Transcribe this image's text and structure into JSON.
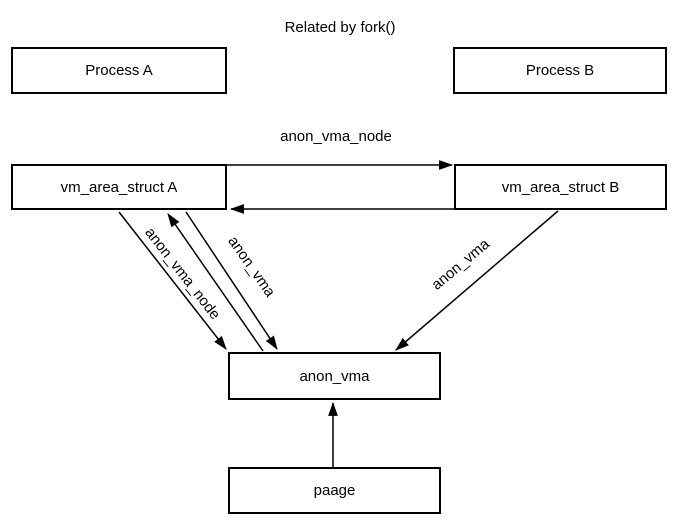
{
  "diagram": {
    "title": "Related by fork()",
    "nodes": {
      "process_a": "Process A",
      "process_b": "Process B",
      "vm_area_struct_a": "vm_area_struct A",
      "vm_area_struct_b": "vm_area_struct B",
      "anon_vma": "anon_vma",
      "page": "paage"
    },
    "edge_labels": {
      "list_top": "anon_vma_node",
      "list_left_diagonal": "anon_vma_node",
      "anon_vma_left": "anon_vma",
      "anon_vma_right": "anon_vma"
    },
    "colors": {
      "stroke": "#000000",
      "background": "#ffffff",
      "text": "#000000"
    }
  }
}
